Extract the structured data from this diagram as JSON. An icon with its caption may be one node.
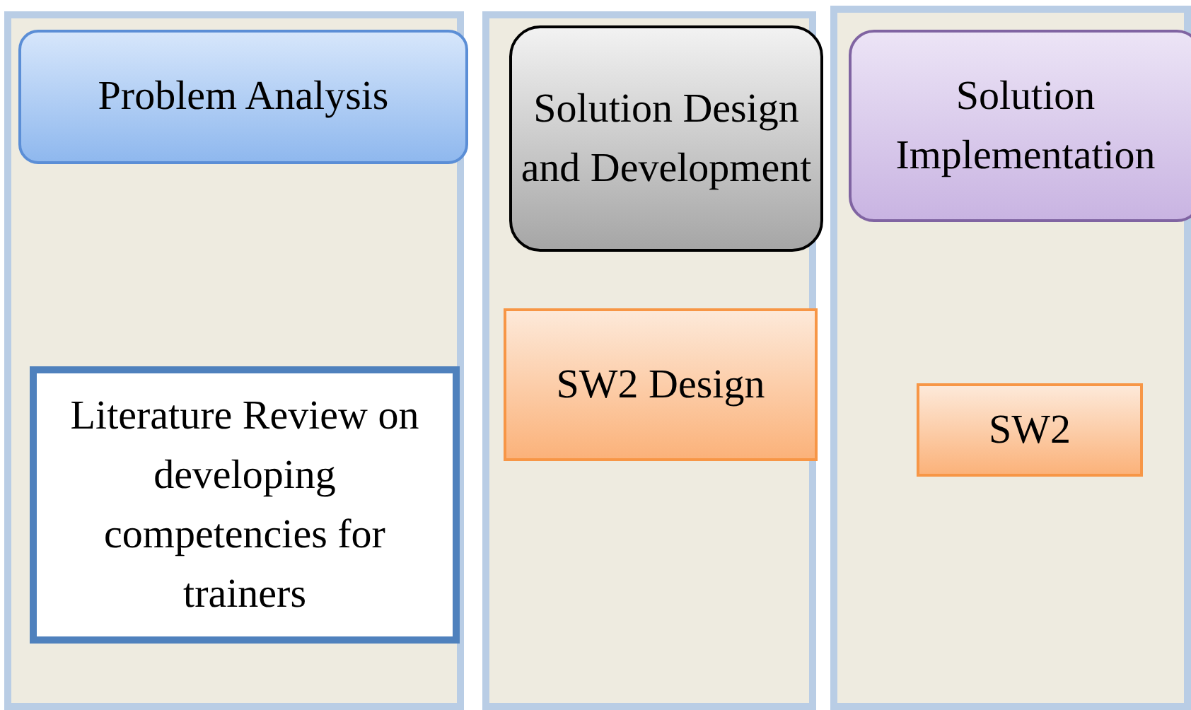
{
  "diagram": {
    "nodes": [
      {
        "text": [],
        "shape": "box"
      },
      {
        "text": [
          "Problem Analysis"
        ],
        "in": 0
      },
      {
        "text": [
          "Literature Review on developing competencies for trainers"
        ],
        "in": 0
      },
      {
        "text": [],
        "shape": "box"
      },
      {
        "text": [
          "Solution Design and Development"
        ],
        "in": 3
      },
      {
        "text": [
          "SW2 Design"
        ],
        "in": 3
      },
      {
        "text": [],
        "shape": "box"
      },
      {
        "text": [
          "Solution Implementation"
        ],
        "in": 6
      },
      {
        "text": [
          "SW2"
        ],
        "in": 6
      }
    ]
  }
}
